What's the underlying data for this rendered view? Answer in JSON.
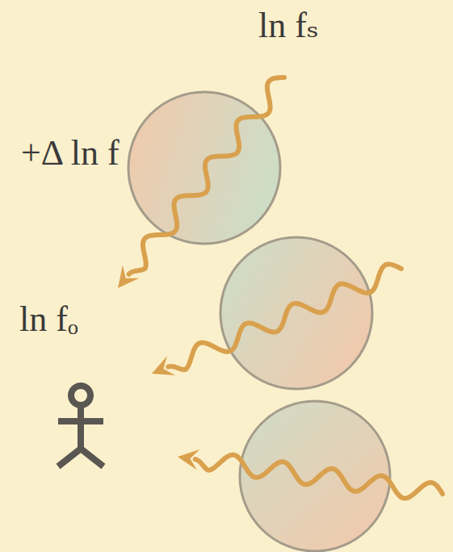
{
  "diagram": {
    "labels": [
      "ln fₛ",
      "+Δ ln f",
      "ln fₒ"
    ]
  }
}
